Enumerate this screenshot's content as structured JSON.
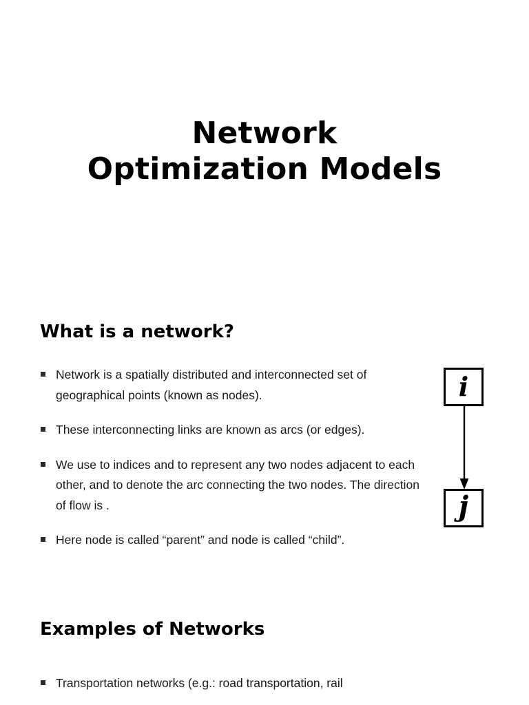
{
  "slide": {
    "background_color": "#ffffff",
    "text_color": "#1a1a1a",
    "heading_color": "#000000"
  },
  "title": {
    "line1": "Network",
    "line2": "Optimization Models"
  },
  "sections": [
    {
      "heading": "What is a network?",
      "bullets": [
        "Network is a spatially distributed and interconnected set of geographical points (known as nodes).",
        "These interconnecting links are known as arcs (or edges).",
        "We use to indices and to represent any two nodes adjacent to each other, and  to denote the arc connecting the two nodes. The direction of flow is .",
        "Here node  is called “parent” and node  is called “child”."
      ]
    },
    {
      "heading": "Examples of Networks",
      "bullets": [
        "Transportation networks (e.g.: road transportation, rail"
      ]
    }
  ],
  "diagram": {
    "parent_node_label": "i",
    "child_node_label": "j",
    "arc_direction": "down",
    "stroke_color": "#000000"
  }
}
